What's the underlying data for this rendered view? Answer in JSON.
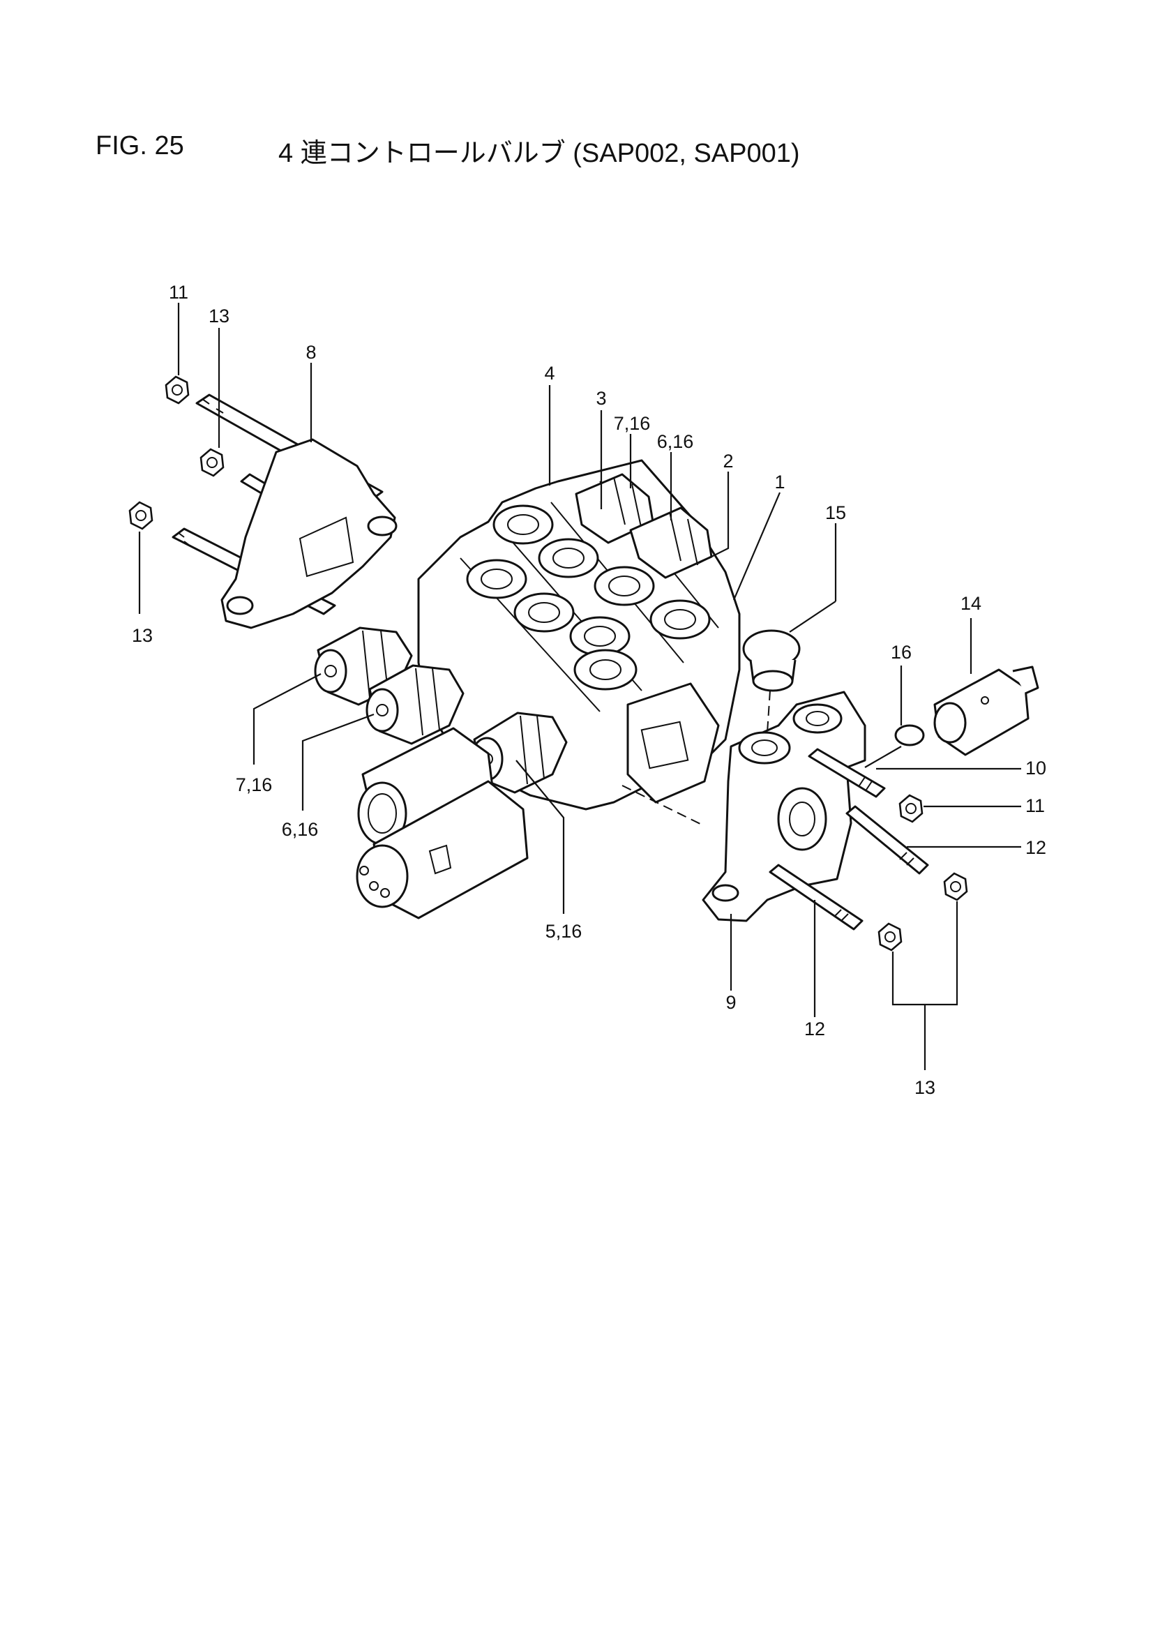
{
  "header": {
    "figure_label": "FIG. 25",
    "title": "4 連コントロールバルブ (SAP002, SAP001)"
  },
  "callouts": [
    "11",
    "13",
    "8",
    "4",
    "3",
    "7,16",
    "6,16",
    "2",
    "1",
    "15",
    "13",
    "14",
    "16",
    "7,16",
    "6,16",
    "10",
    "11",
    "12",
    "5,16",
    "9",
    "12",
    "13"
  ]
}
